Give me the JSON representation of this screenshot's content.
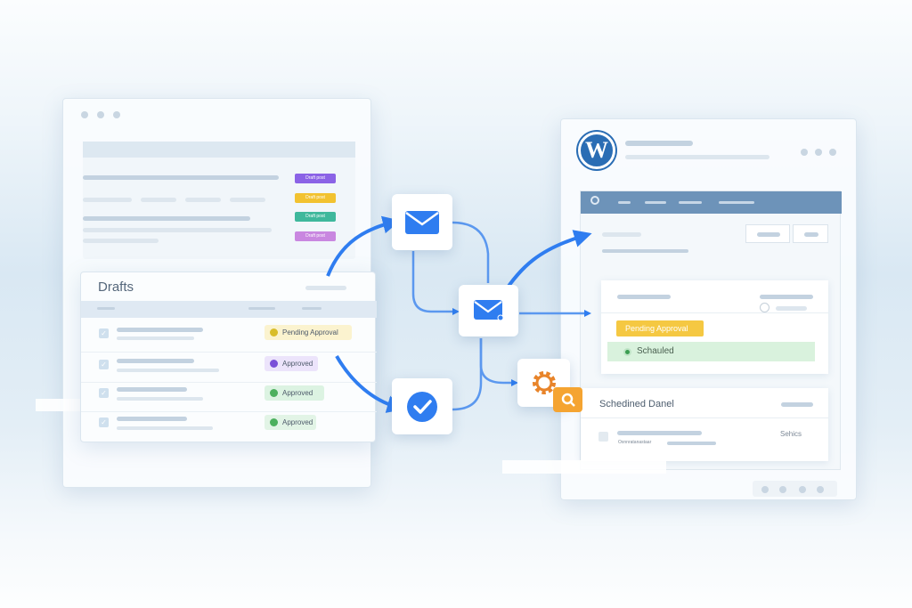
{
  "left_window": {
    "badges": [
      {
        "label": "Draft post",
        "color": "#8b63e6"
      },
      {
        "label": "Draft post",
        "color": "#f2c230"
      },
      {
        "label": "Draft post",
        "color": "#3fb89c"
      },
      {
        "label": "Draft post",
        "color": "#c987e0"
      }
    ]
  },
  "drafts_panel": {
    "title": "Drafts",
    "rows": [
      {
        "status": "Pending Approval",
        "bg": "#fbf3cf",
        "dot": "#d8bd2a"
      },
      {
        "status": "Approved",
        "bg": "#ece4fb",
        "dot": "#7a4fd8"
      },
      {
        "status": "Approved",
        "bg": "#dcf3e2",
        "dot": "#4cb05e"
      },
      {
        "status": "Approved",
        "bg": "#e2f4e6",
        "dot": "#4cb05e"
      }
    ]
  },
  "workflow_icons": [
    "envelope-icon",
    "envelope-icon",
    "checkmark-icon",
    "gear-icon",
    "search-person-icon"
  ],
  "right_window": {
    "logo": "W",
    "status_pending": "Pending Approval",
    "status_scheduled": "Schauled",
    "scheduled_panel_title": "Schedined Danel",
    "scheduled_panel_right": "Sehics",
    "scheduled_row_caption": "Oxnnratanastaar"
  },
  "colors": {
    "accent": "#2f7df0",
    "pending": "#f5c842",
    "scheduled": "#d9f2dd"
  }
}
